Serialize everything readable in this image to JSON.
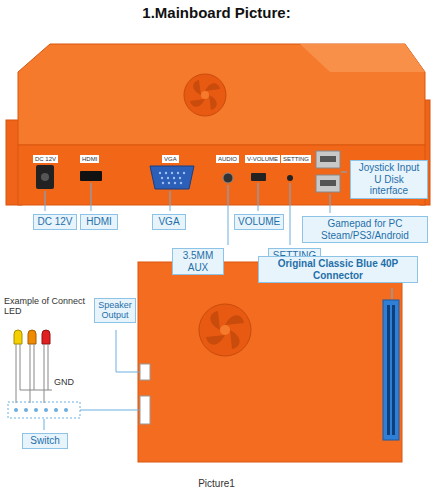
{
  "diagram": {
    "title": "1.Mainboard Picture:",
    "caption": "Picture1",
    "nodes": [
      {
        "text": [
          "DC 12V"
        ]
      },
      {
        "text": [
          "HDMI"
        ]
      },
      {
        "text": [
          "VGA"
        ]
      },
      {
        "text": [
          "3.5MM AUX"
        ]
      },
      {
        "text": [
          "VOLUME"
        ]
      },
      {
        "text": [
          "SETTING"
        ]
      },
      {
        "text": [
          "Joystick Input U Disk interface"
        ]
      },
      {
        "text": [
          "Gamepad for PC Steam/PS3/Android"
        ]
      },
      {
        "text": [
          "Original Classic Blue 40P Connector"
        ]
      },
      {
        "text": [
          "Speaker Output"
        ]
      },
      {
        "text": [
          "Switch"
        ]
      }
    ],
    "labels": [
      "DC 12V",
      "HDMI",
      "VGA",
      "AUDIO",
      "V-VOLUME",
      "SETTING",
      "Example of Connect LED",
      "GND"
    ]
  }
}
